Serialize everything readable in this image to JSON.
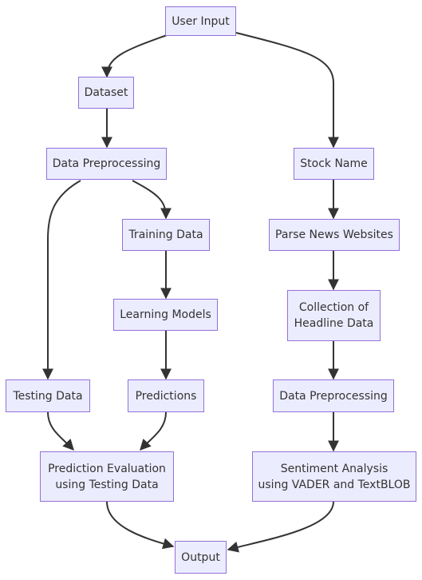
{
  "colors": {
    "node_fill": "#ececff",
    "node_border": "#9370db",
    "edge": "#333333",
    "text": "#333333"
  },
  "nodes": {
    "user_input": "User Input",
    "dataset": "Dataset",
    "data_preprocessing_left": "Data Preprocessing",
    "training_data": "Training Data",
    "learning_models": "Learning Models",
    "testing_data": "Testing Data",
    "predictions": "Predictions",
    "prediction_evaluation": "Prediction Evaluation\nusing Testing Data",
    "output": "Output",
    "stock_name": "Stock Name",
    "parse_news": "Parse News Websites",
    "collection_headline": "Collection of\nHeadline Data",
    "data_preprocessing_right": "Data Preprocessing",
    "sentiment_analysis": "Sentiment Analysis\nusing VADER and TextBLOB"
  }
}
